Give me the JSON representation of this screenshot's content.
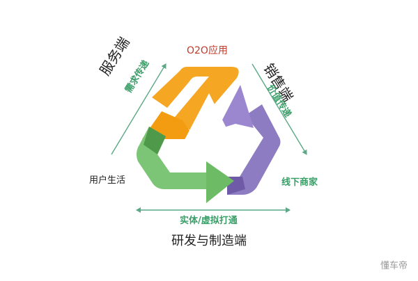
{
  "diagram": {
    "top_label": "O2O应用",
    "left_label": "服务端",
    "left_sub_label": "需求传递",
    "right_label": "销售端",
    "right_sub_label": "价值传递",
    "left_bottom_label": "用户生活",
    "right_bottom_label": "线下商家",
    "bottom_sub_label": "实体/虚拟打通",
    "bottom_label": "研发与制造端"
  },
  "watermark": "懂车帝",
  "colors": {
    "orange": "#f5a623",
    "purple": "#8e7cc3",
    "green": "#7cc576",
    "accent_green": "#3a9e68",
    "red_text": "#c0392b",
    "axis_arrow": "#5aa885"
  }
}
